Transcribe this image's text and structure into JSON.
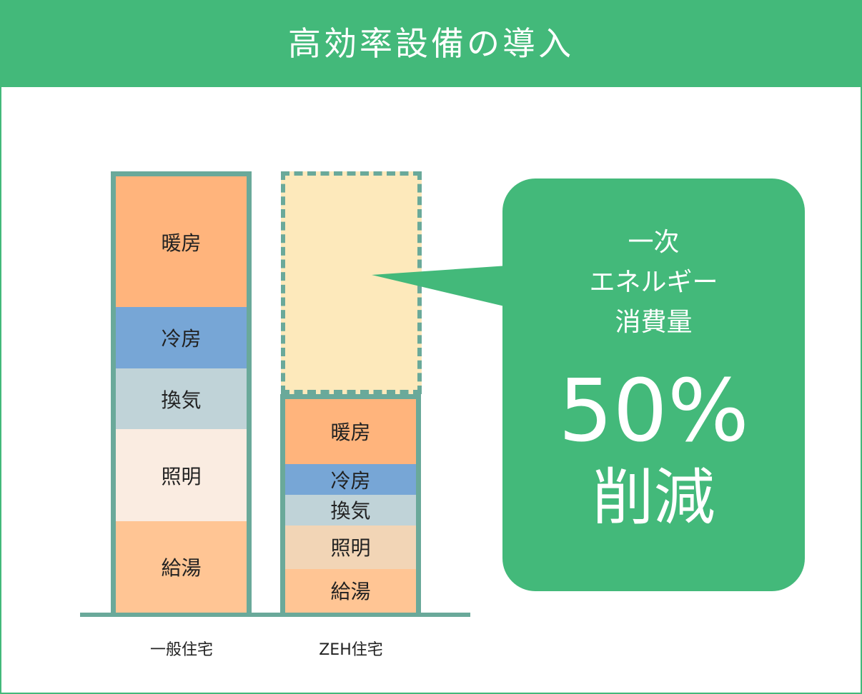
{
  "title": "高効率設備の導入",
  "chart_data": {
    "type": "bar",
    "stacked": true,
    "unit_note": "",
    "categories": [
      "一般住宅",
      "ZEH住宅"
    ],
    "series": [
      {
        "name": "給湯",
        "values": [
          21,
          10
        ],
        "color": [
          "#ffc594",
          "#ffc594"
        ]
      },
      {
        "name": "照明",
        "values": [
          21,
          10
        ],
        "color": [
          "#faece1",
          "#f2d5b6"
        ]
      },
      {
        "name": "換気",
        "values": [
          14,
          7
        ],
        "color": [
          "#c0d3d8",
          "#c0d3d8"
        ]
      },
      {
        "name": "冷房",
        "values": [
          14,
          7
        ],
        "color": [
          "#77a6d6",
          "#77a6d6"
        ]
      },
      {
        "name": "暖房",
        "values": [
          30,
          15
        ],
        "color": [
          "#ffb47c",
          "#ffb47c"
        ]
      }
    ],
    "reduced_portion_color": "#fde9bb",
    "outline_color": "#6aa99a"
  },
  "callout": {
    "line1": "一次",
    "line2": "エネルギー",
    "line3": "消費量",
    "percent": "50%",
    "reduction": "削減",
    "color": "#43b97a"
  },
  "colors": {
    "accent": "#43b97a"
  }
}
